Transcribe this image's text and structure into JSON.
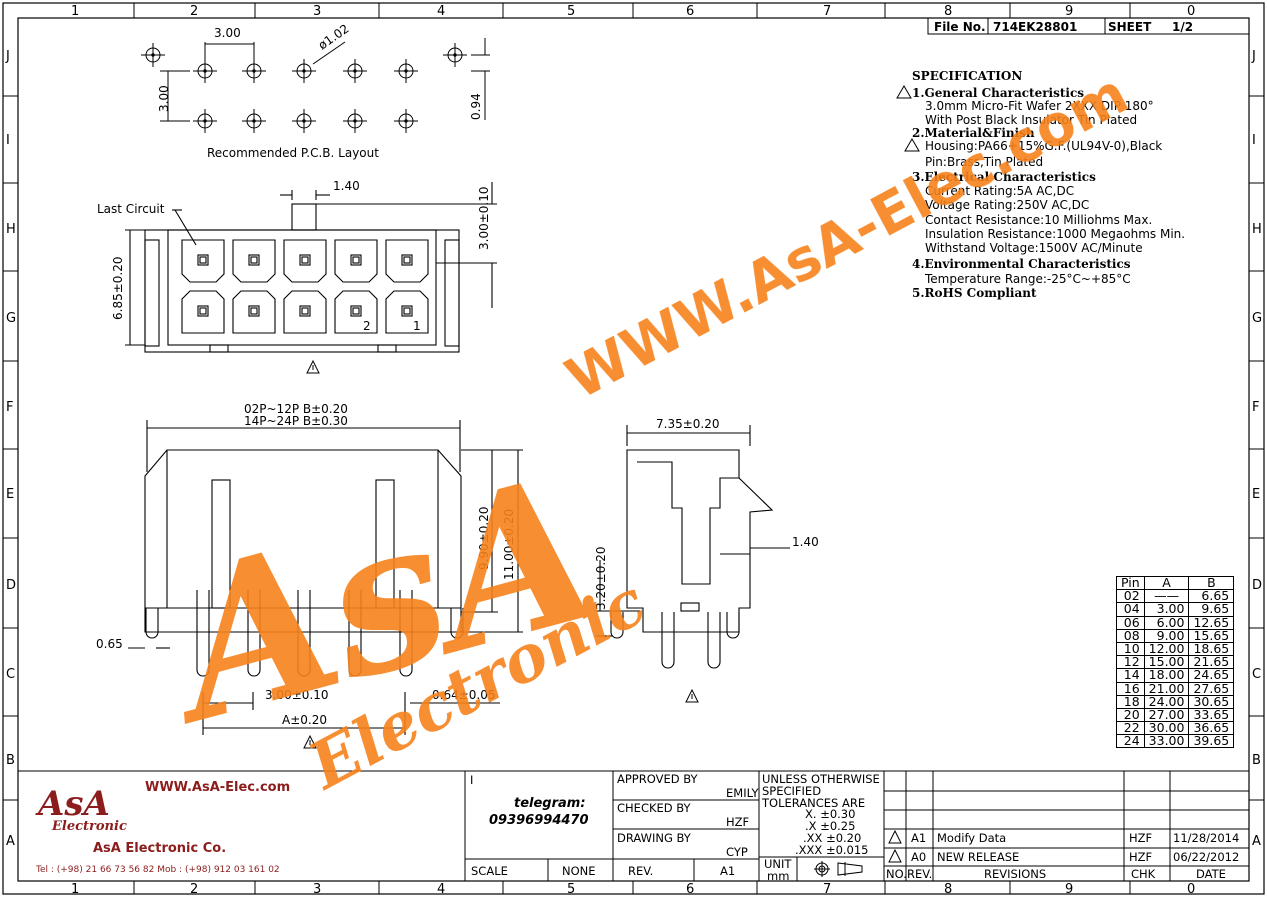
{
  "header": {
    "file_no_label": "File No.",
    "file_no": "714EK28801",
    "sheet_label": "SHEET",
    "sheet": "1/2"
  },
  "zones": {
    "columns": [
      "1",
      "2",
      "3",
      "4",
      "5",
      "6",
      "7",
      "8",
      "9",
      "0"
    ],
    "rows": [
      "J",
      "I",
      "H",
      "G",
      "F",
      "E",
      "D",
      "C",
      "B",
      "A"
    ]
  },
  "pcb": {
    "pitch": "3.00",
    "hole_dia": "ø1.02",
    "row_pitch": "3.00",
    "offset": "0.94",
    "caption": "Recommended P.C.B. Layout"
  },
  "front": {
    "last_circuit": "Last Circuit",
    "post_w": "1.40",
    "height_top": "3.00±0.10",
    "height": "6.85±0.20",
    "pin2": "2",
    "pin1": "1"
  },
  "side": {
    "b_dim_1": "02P~12P  B±0.20",
    "b_dim_2": "14P~24P  B±0.30",
    "h1": "9.90±0.20",
    "h2": "11.00±0.20",
    "lead": "0.65",
    "pitch": "3.00±0.10",
    "pin_w": "0.64±0.05",
    "a_dim": "A±0.20"
  },
  "end": {
    "depth": "7.35±0.20",
    "post": "1.40",
    "stand": "3.20±0.20"
  },
  "spec": {
    "title": "SPECIFICATION",
    "s1_head": "1.General Characteristics",
    "s1_l1": "3.0mm Micro-Fit Wafer 2XXX DIP 180°",
    "s1_l2": "With Post Black Insulator Tin Plated",
    "s2_head": "2.Material&Finish",
    "s2_l1": "Housing:PA66+15%G.F.(UL94V-0),Black",
    "s2_l2": "Pin:Brass,Tin Plated",
    "s3_head": "3.Electrical Characteristics",
    "s3_l1": "Current Rating:5A AC,DC",
    "s3_l2": "Voltage Rating:250V AC,DC",
    "s3_l3": "Contact Resistance:10 Milliohms Max.",
    "s3_l4": "Insulation Resistance:1000 Megaohms Min.",
    "s3_l5": "Withstand Voltage:1500V AC/Minute",
    "s4_head": "4.Environmental Characteristics",
    "s4_l1": "Temperature Range:-25°C~+85°C",
    "s5_head": "5.RoHS Compliant"
  },
  "pin_table": {
    "headers": [
      "Pin",
      "A",
      "B"
    ],
    "rows": [
      [
        "02",
        "——",
        "6.65"
      ],
      [
        "04",
        "3.00",
        "9.65"
      ],
      [
        "06",
        "6.00",
        "12.65"
      ],
      [
        "08",
        "9.00",
        "15.65"
      ],
      [
        "10",
        "12.00",
        "18.65"
      ],
      [
        "12",
        "15.00",
        "21.65"
      ],
      [
        "14",
        "18.00",
        "24.65"
      ],
      [
        "16",
        "21.00",
        "27.65"
      ],
      [
        "18",
        "24.00",
        "30.65"
      ],
      [
        "20",
        "27.00",
        "33.65"
      ],
      [
        "22",
        "30.00",
        "36.65"
      ],
      [
        "24",
        "33.00",
        "39.65"
      ]
    ]
  },
  "title_block": {
    "site": "WWW.AsA-Elec.com",
    "logo_text": "AsA",
    "logo_sub": "Electronic",
    "company": "AsA Electronic Co.",
    "tel": "Tel : (+98) 21 66 73 56 82 Mob : (+98) 912 03 161 02",
    "field_i": "I",
    "telegram_label": "telegram:",
    "telegram_no": "09396994470",
    "scale_label": "SCALE",
    "scale": "NONE",
    "rev_label": "REV.",
    "rev": "A1",
    "approved_label": "APPROVED BY",
    "approved": "EMILY",
    "checked_label": "CHECKED BY",
    "checked": "HZF",
    "drawing_label": "DRAWING BY",
    "drawing": "CYP",
    "tol_head1": "UNLESS OTHERWISE",
    "tol_head2": "SPECIFIED",
    "tol_head3": "TOLERANCES ARE",
    "tol1": "X.  ±0.30",
    "tol2": ".X  ±0.25",
    "tol3": ".XX  ±0.20",
    "tol4": ".XXX  ±0.015",
    "unit_label": "UNIT",
    "unit": "mm",
    "revisions": [
      {
        "no": "A1",
        "desc": "Modify Data",
        "chk": "HZF",
        "date": "11/28/2014"
      },
      {
        "no": "A0",
        "desc": "NEW RELEASE",
        "chk": "HZF",
        "date": "06/22/2012"
      }
    ],
    "rev_hdr_no": "NO.",
    "rev_hdr_rev": "REV.",
    "rev_hdr_desc": "REVISIONS",
    "rev_hdr_chk": "CHK",
    "rev_hdr_date": "DATE"
  },
  "watermark": {
    "url": "WWW.AsA-Elec.com",
    "big": "AsA",
    "sub": "Electronic"
  },
  "colors": {
    "watermark": "#f7821b",
    "logo": "#8b1d1d"
  }
}
